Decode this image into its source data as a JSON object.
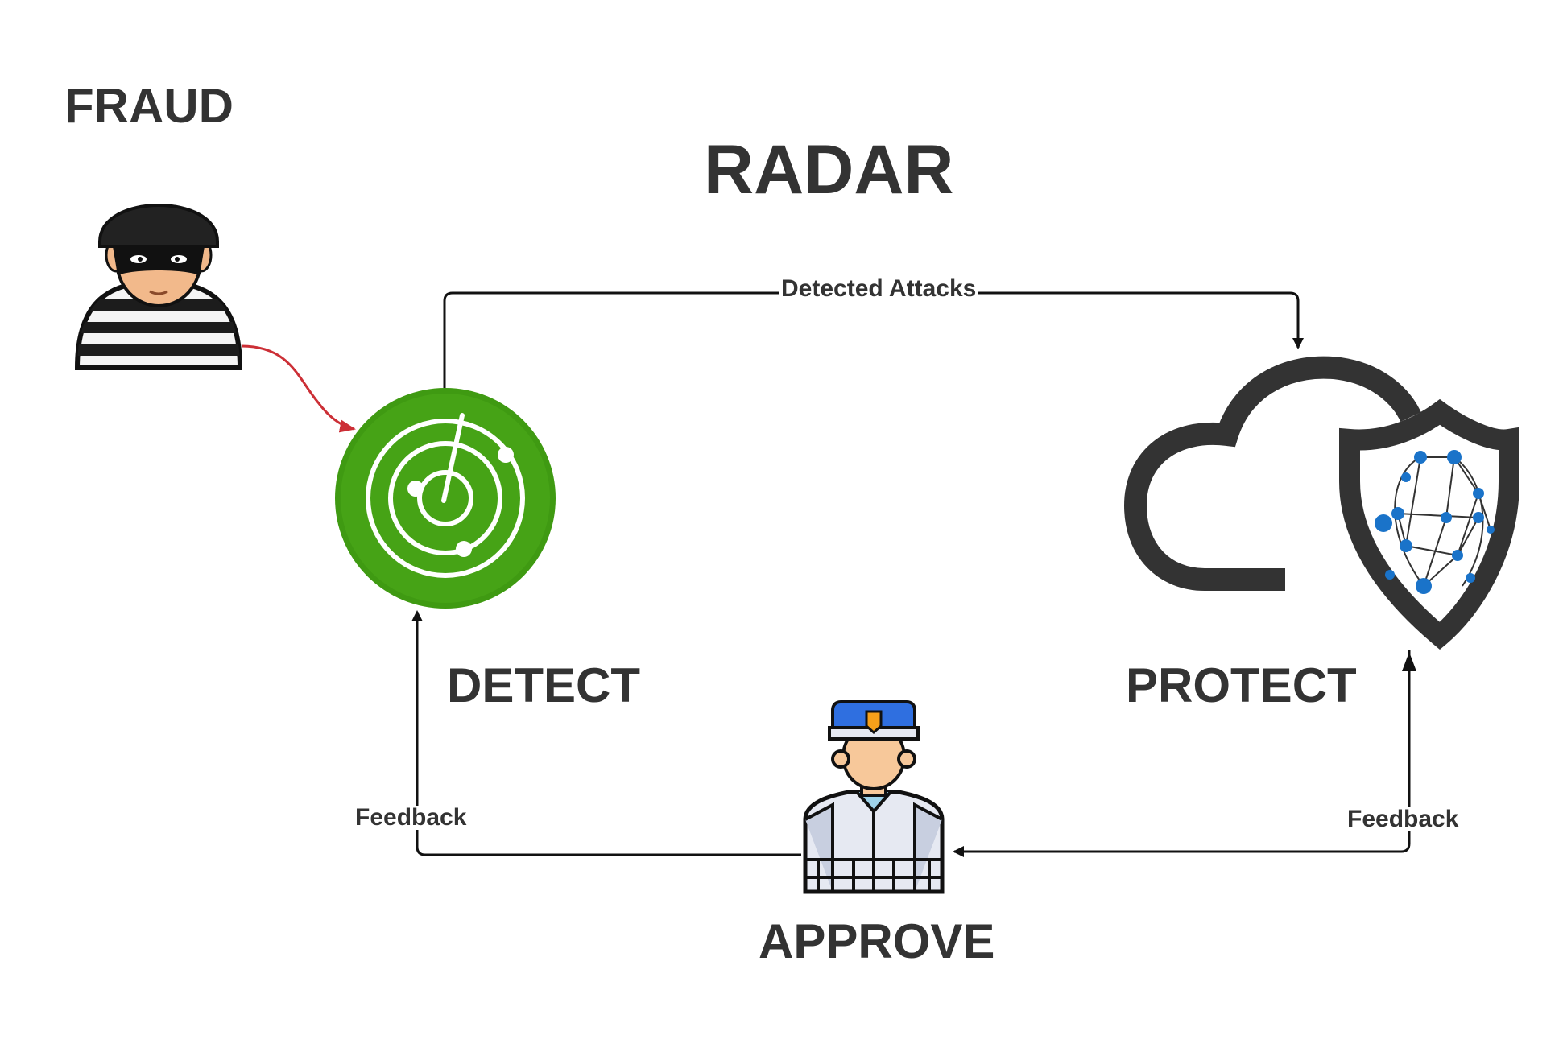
{
  "title": "RADAR",
  "nodes": {
    "fraud": {
      "label": "FRAUD",
      "icon": "thief-icon"
    },
    "detect": {
      "label": "DETECT",
      "icon": "radar-icon",
      "color": "#3f9a12"
    },
    "protect": {
      "label": "PROTECT",
      "icon": "cloud-shield-icon"
    },
    "approve": {
      "label": "APPROVE",
      "icon": "officer-icon"
    }
  },
  "edges": {
    "fraud_to_detect": {
      "color": "#cc2f36"
    },
    "detect_to_protect": {
      "label": "Detected Attacks"
    },
    "approve_to_detect": {
      "label": "Feedback"
    },
    "protect_to_approve": {
      "label": "Feedback"
    }
  },
  "colors": {
    "text": "#333333",
    "line": "#111111",
    "accent_blue": "#1a73c9"
  }
}
